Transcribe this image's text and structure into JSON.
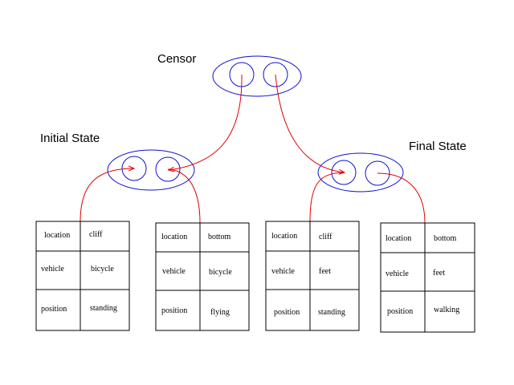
{
  "labels": {
    "censor": "Censor",
    "initial": "Initial State",
    "final": "Final State"
  },
  "colors": {
    "ellipse": "#1010d0",
    "arrow": "#e00000",
    "table": "#000000"
  },
  "tables": [
    {
      "rows": [
        [
          "location",
          "cliff"
        ],
        [
          "vehicle",
          "bicycle"
        ],
        [
          "position",
          "standing"
        ]
      ]
    },
    {
      "rows": [
        [
          "location",
          "bottom"
        ],
        [
          "vehicle",
          "bicycle"
        ],
        [
          "position",
          "flying"
        ]
      ]
    },
    {
      "rows": [
        [
          "location",
          "cliff"
        ],
        [
          "vehicle",
          "feet"
        ],
        [
          "position",
          "standing"
        ]
      ]
    },
    {
      "rows": [
        [
          "location",
          "bottom"
        ],
        [
          "vehicle",
          "feet"
        ],
        [
          "position",
          "walking"
        ]
      ]
    }
  ]
}
